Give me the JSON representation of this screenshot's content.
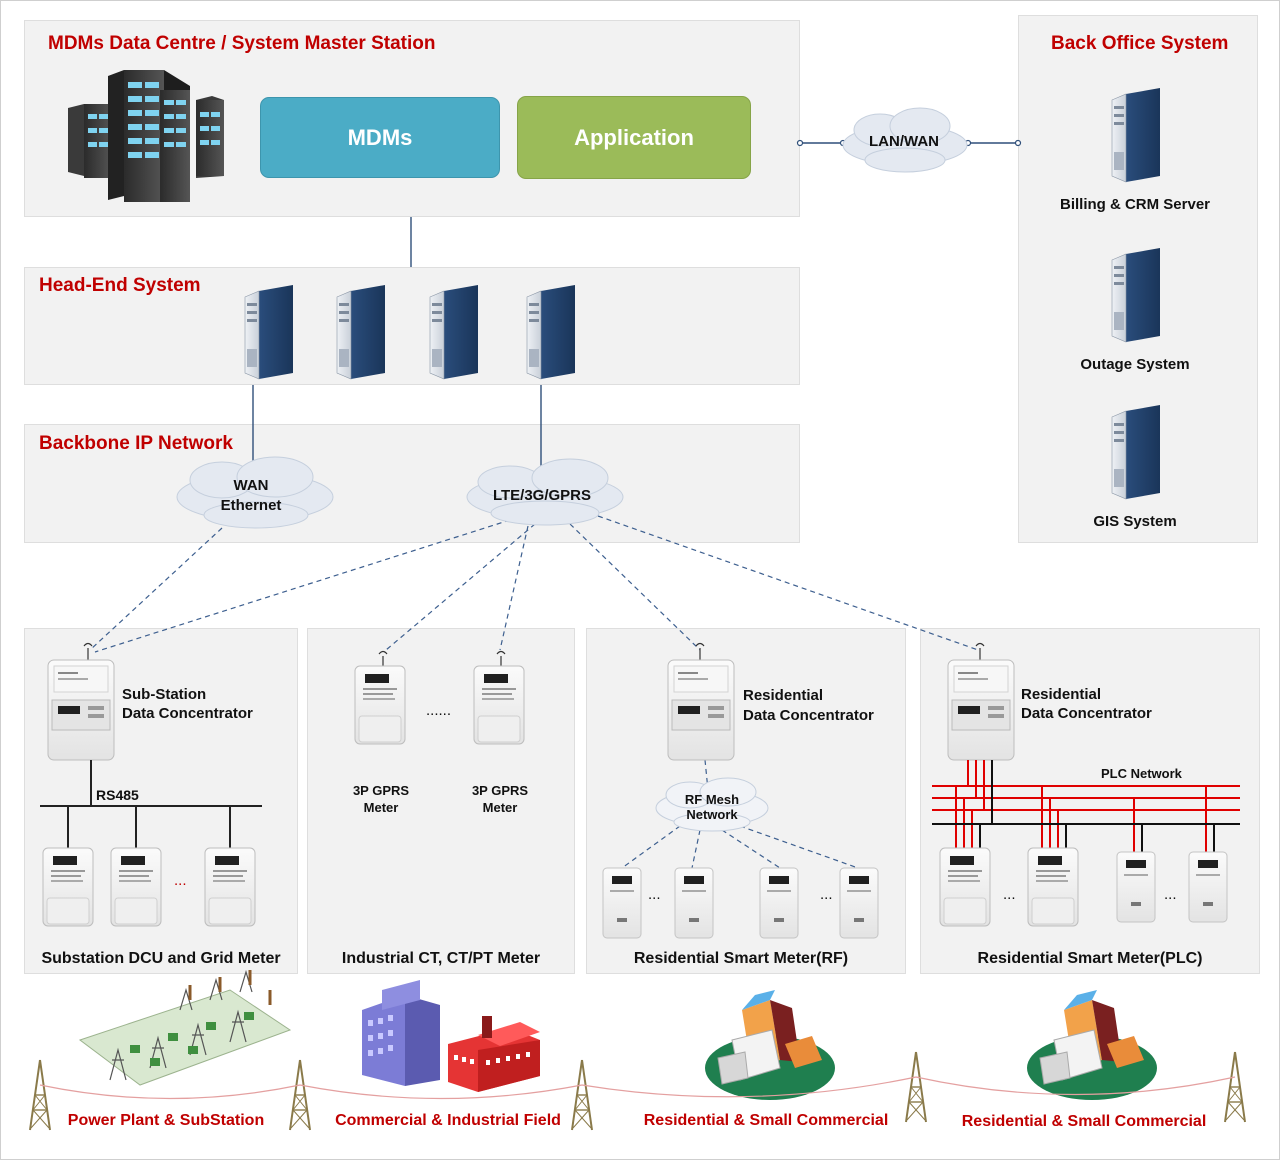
{
  "mdms_station": {
    "title": "MDMs Data Centre / System Master Station",
    "mdms_label": "MDMs",
    "application_label": "Application"
  },
  "lan_wan": "LAN/WAN",
  "back_office": {
    "title": "Back Office System",
    "servers": [
      {
        "label": "Billing & CRM Server",
        "icon": "server-tower"
      },
      {
        "label": "Outage System",
        "icon": "server-tower"
      },
      {
        "label": "GIS System",
        "icon": "server-tower"
      }
    ]
  },
  "head_end": {
    "title": "Head-End System"
  },
  "backbone": {
    "title": "Backbone IP Network",
    "wan_line1": "WAN",
    "wan_line2": "Ethernet",
    "lte": "LTE/3G/GPRS"
  },
  "substation": {
    "line1": "Sub-Station",
    "line2": "Data Concentrator",
    "bus": "RS485",
    "ellipsis": "...",
    "footer": "Substation DCU and Grid Meter"
  },
  "industrial": {
    "meter_line1": "3P GPRS",
    "meter_line2": "Meter",
    "ellipsis": "......",
    "footer": "Industrial CT, CT/PT Meter"
  },
  "residential_rf": {
    "line1": "Residential",
    "line2": "Data Concentrator",
    "mesh_line1": "RF Mesh",
    "mesh_line2": "Network",
    "ellipsis": "...",
    "footer": "Residential Smart Meter(RF)"
  },
  "residential_plc": {
    "line1": "Residential",
    "line2": "Data Concentrator",
    "plc": "PLC Network",
    "ellipsis": "...",
    "footer": "Residential Smart Meter(PLC)"
  },
  "fields": [
    "Power Plant & SubStation",
    "Commercial & Industrial Field",
    "Residential & Small Commercial",
    "Residential & Small Commercial"
  ],
  "colors": {
    "title_red": "#c00000",
    "mdms_box": "#4bacc6",
    "application_box": "#9bbb59",
    "plc_red": "#e00000",
    "dash_link": "#3d5f8f"
  }
}
